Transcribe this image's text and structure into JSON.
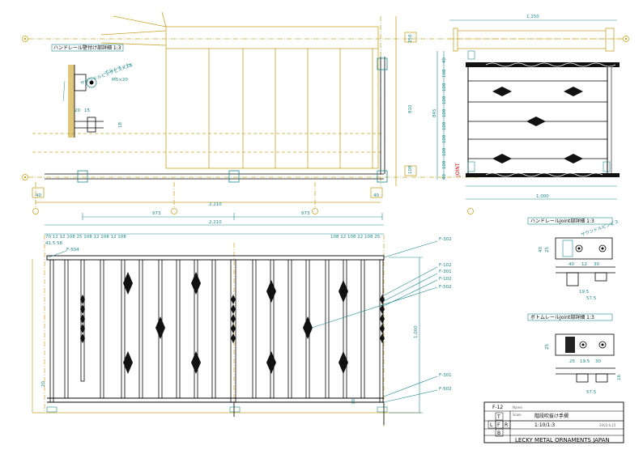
{
  "colors": {
    "outline": "#c9a227",
    "dim": "#1a8a8a",
    "ink": "#111111",
    "black": "#000000"
  },
  "plan": {
    "total": "2,210",
    "half_left": "973",
    "half_right": "973",
    "depth": "1,150",
    "height_dim": "810",
    "left_off": "40",
    "right_off": "40",
    "d1": "250",
    "d2": "108"
  },
  "handrail_detail": {
    "title": "ハンドレール壁付け部詳細 1:3",
    "note1": "サウンドルピングビス×3本",
    "note2": "ボルトナット",
    "note3": "M5×20",
    "d1": "20",
    "d2": "15",
    "d3": "18"
  },
  "section": {
    "width": "1,000",
    "height": "845",
    "joint": "JOINT",
    "dims": [
      "40",
      "108",
      "108",
      "108",
      "108",
      "108",
      "108",
      "108",
      "108",
      "40"
    ]
  },
  "elevation": {
    "total": "2,210",
    "top_dims_left": "70  12  12 108  25  108  12  108 12  108",
    "top_dims_right": "108  12  108  12  108  25",
    "small": "41.5  58",
    "height": "1,000",
    "h_bottom": "20",
    "h_bottom2": "70",
    "callouts": [
      "F-504",
      "F-302",
      "F-102",
      "F-301",
      "F-102",
      "F-502",
      "F-301",
      "F-502"
    ]
  },
  "joint_detail": {
    "title": "ハンドレールJoint部詳細 1:3",
    "note": "サウンドルピンビス",
    "dims": [
      "40",
      "12",
      "30",
      "19.5",
      "57.5",
      "25",
      "40"
    ]
  },
  "bottom_detail": {
    "title": "ボトムレールJoint部詳細 1:3",
    "dims": [
      "25",
      "19.5",
      "30",
      "57.5",
      "25",
      "16"
    ]
  },
  "title_block": {
    "code": "F-12",
    "name_label": "Name",
    "name": "階段吹抜け手摺",
    "scale_label": "Scale",
    "scale": "1:10/1:3",
    "date": "2003.6.15",
    "company": "LECKY METAL ORNAMENTS JAPAN",
    "marks": [
      "T",
      "L",
      "F",
      "R",
      "B"
    ]
  }
}
